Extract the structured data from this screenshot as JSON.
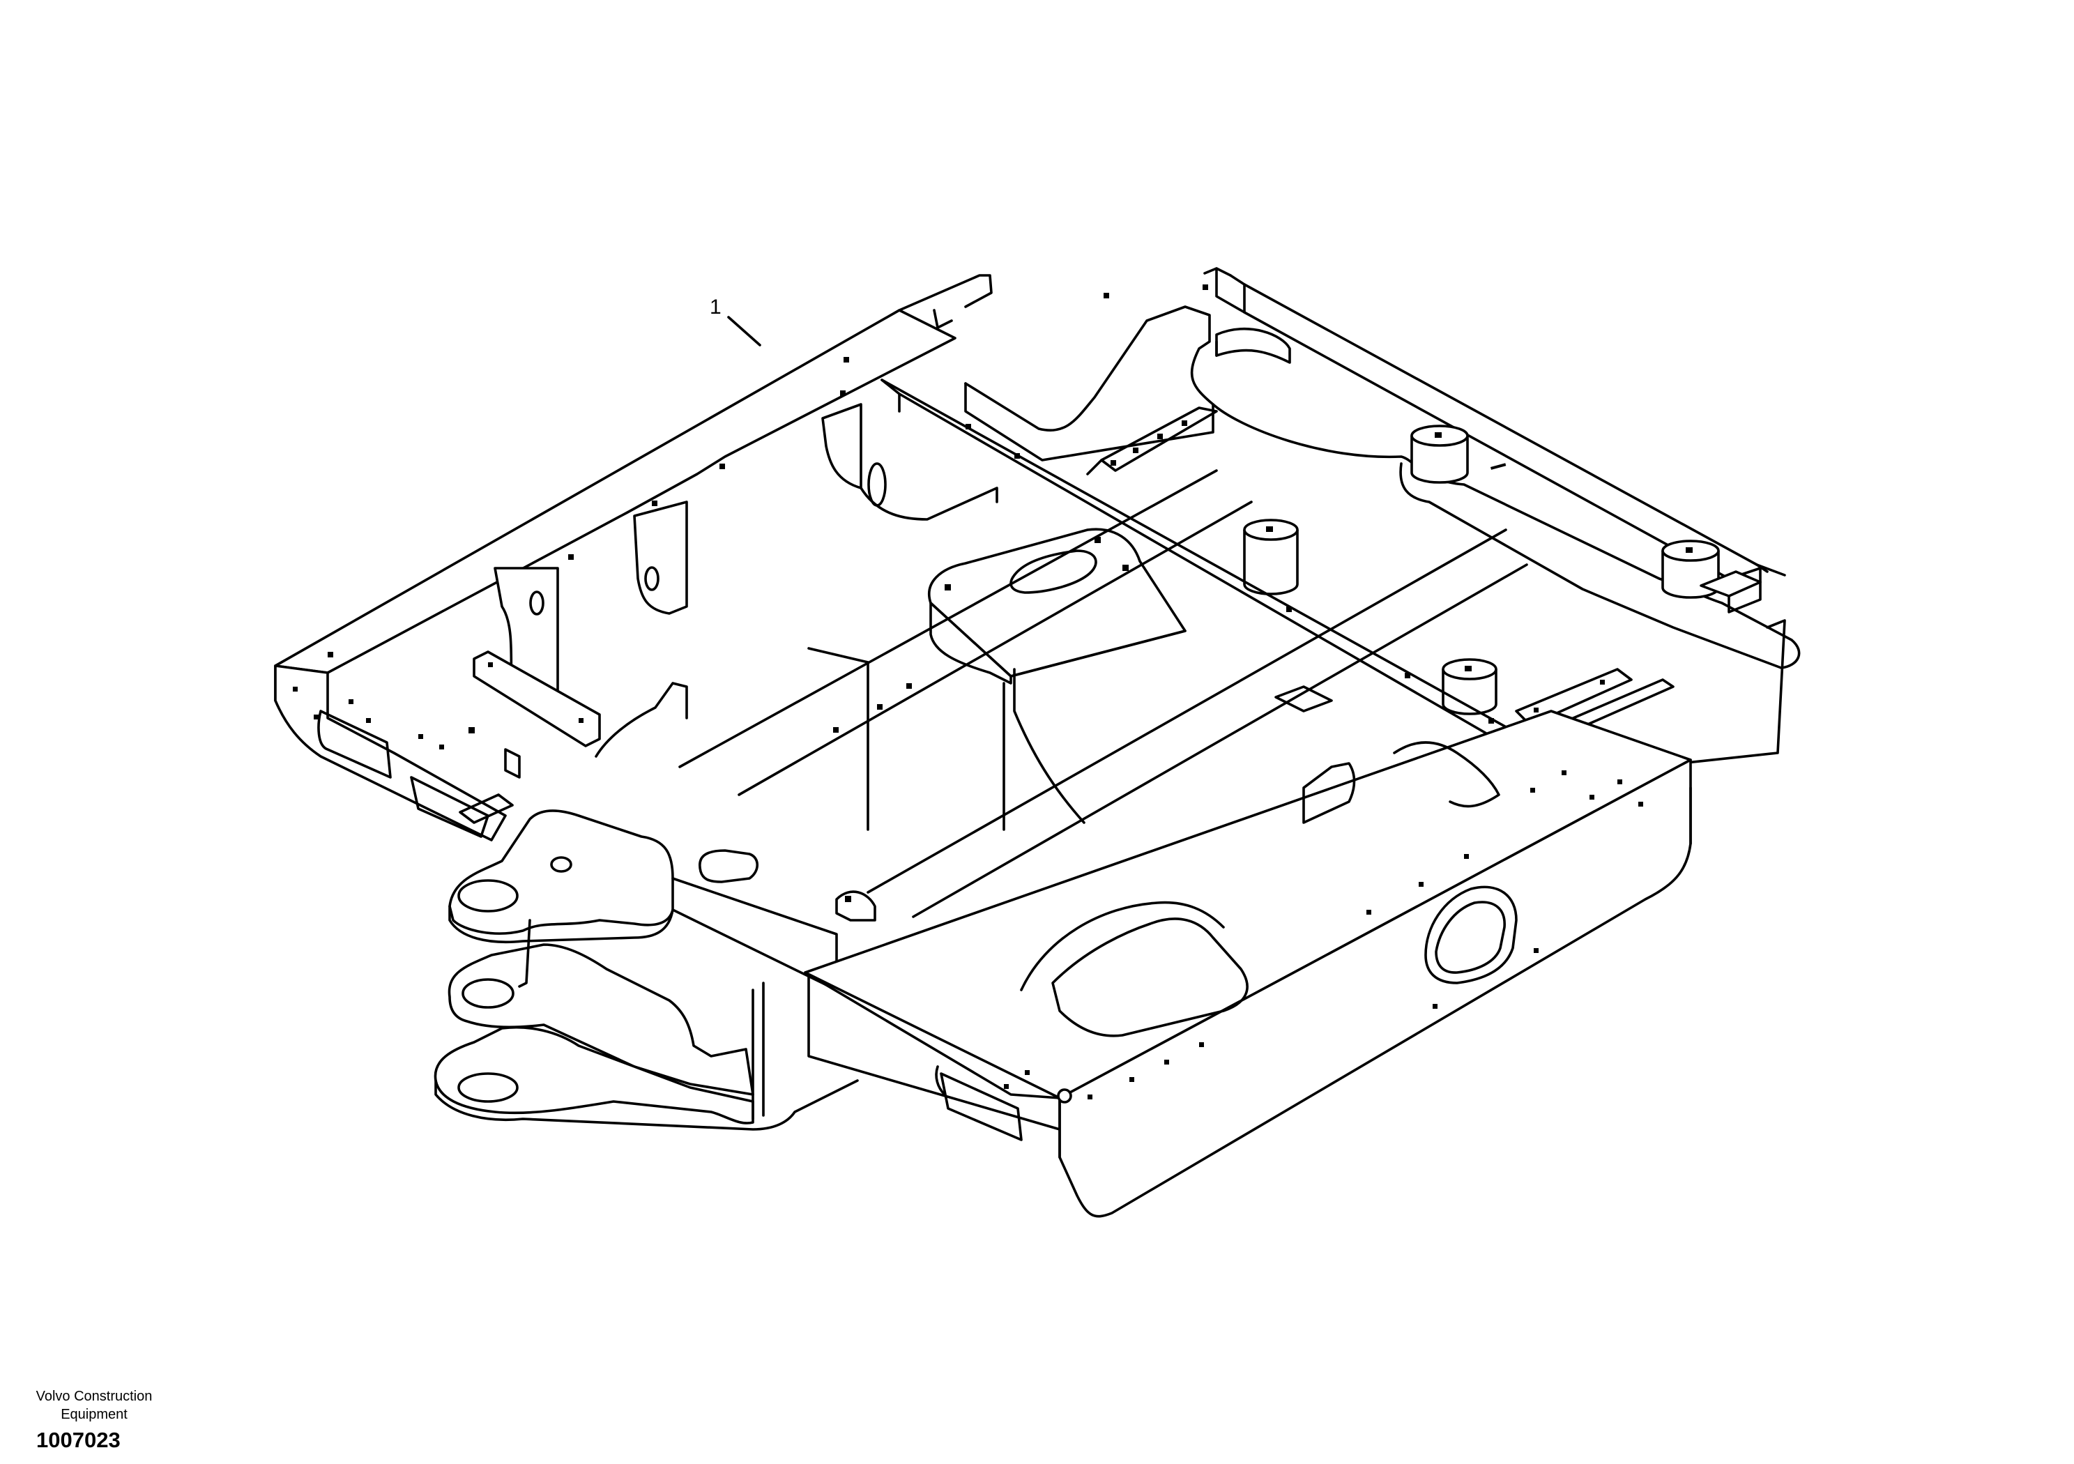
{
  "diagram": {
    "callouts": [
      {
        "label": "1",
        "part": "upper-frame"
      }
    ]
  },
  "footer": {
    "company_line1": "Volvo Construction",
    "company_line2": "Equipment",
    "drawing_number": "1007023"
  }
}
